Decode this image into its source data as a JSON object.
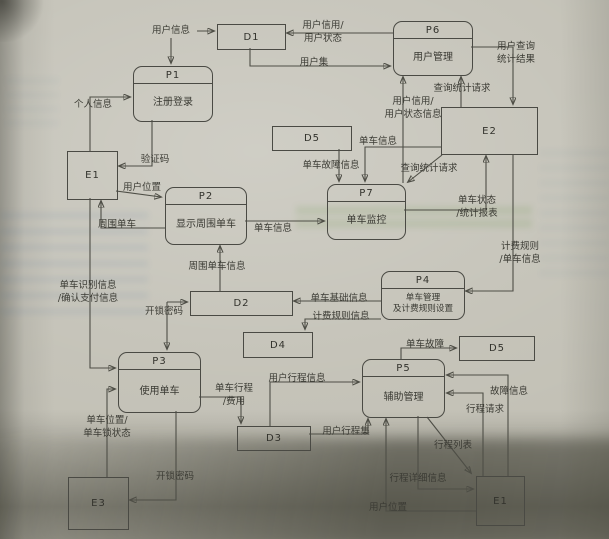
{
  "colors": {
    "paper": "#c2c0b5",
    "ink": "#4a4a44",
    "shadow": "#6e6c5f"
  },
  "diagram": {
    "processes": {
      "p1": {
        "id": "P1",
        "name": "注册登录"
      },
      "p2": {
        "id": "P2",
        "name": "显示周围单车"
      },
      "p3": {
        "id": "P3",
        "name": "使用单车"
      },
      "p4": {
        "id": "P4",
        "name": "单车管理\n及计费规则设置"
      },
      "p5": {
        "id": "P5",
        "name": "辅助管理"
      },
      "p6": {
        "id": "P6",
        "name": "用户管理"
      },
      "p7": {
        "id": "P7",
        "name": "单车监控"
      }
    },
    "stores": {
      "d1": {
        "id": "D1"
      },
      "d2": {
        "id": "D2"
      },
      "d3": {
        "id": "D3"
      },
      "d4": {
        "id": "D4"
      },
      "d5a": {
        "id": "D5"
      },
      "d5b": {
        "id": "D5"
      }
    },
    "entities": {
      "e1a": {
        "id": "E1"
      },
      "e2": {
        "id": "E2"
      },
      "e3": {
        "id": "E3"
      },
      "e1b": {
        "id": "E1"
      }
    },
    "flows": {
      "user_info": {
        "label": "用户信息"
      },
      "credit_status": {
        "label": "用户信用/\n用户状态"
      },
      "user_set": {
        "label": "用户集"
      },
      "user_query_result": {
        "label": "用户查询\n统计结果"
      },
      "query_request_top": {
        "label": "查询统计请求"
      },
      "credit_status_info": {
        "label": "用户信用/\n用户状态信息"
      },
      "bike_info_to_monitor": {
        "label": "单车信息"
      },
      "bike_fault_info": {
        "label": "单车故障信息"
      },
      "query_request_monitor": {
        "label": "查询统计请求"
      },
      "bike_status_report": {
        "label": "单车状态\n/统计报表"
      },
      "billing_rule_bike_info": {
        "label": "计费规则\n/单车信息"
      },
      "bike_basic_info": {
        "label": "单车基础信息"
      },
      "billing_rule_info": {
        "label": "计费规则信息"
      },
      "around_bike_info": {
        "label": "周围单车信息"
      },
      "bike_info_p2_p7": {
        "label": "单车信息"
      },
      "unlock_password_store": {
        "label": "开锁密码"
      },
      "trip_fee": {
        "label": "单车行程\n/费用"
      },
      "user_trip_info": {
        "label": "用户行程信息"
      },
      "user_trip_set": {
        "label": "用户行程集"
      },
      "user_location_p5": {
        "label": "用户位置"
      },
      "trip_detail_info": {
        "label": "行程详细信息"
      },
      "trip_list": {
        "label": "行程列表"
      },
      "trip_request": {
        "label": "行程请求"
      },
      "fault_info": {
        "label": "故障信息"
      },
      "bike_fault": {
        "label": "单车故障"
      },
      "captcha": {
        "label": "验证码"
      },
      "personal_info": {
        "label": "个人信息"
      },
      "user_location_p2": {
        "label": "用户位置"
      },
      "around_bike": {
        "label": "周围单车"
      },
      "bike_id_payment_confirm": {
        "label": "单车识别信息\n/确认支付信息"
      },
      "bike_position_lock_state": {
        "label": "单车位置/\n单车锁状态"
      },
      "unlock_password_e3": {
        "label": "开锁密码"
      }
    }
  }
}
